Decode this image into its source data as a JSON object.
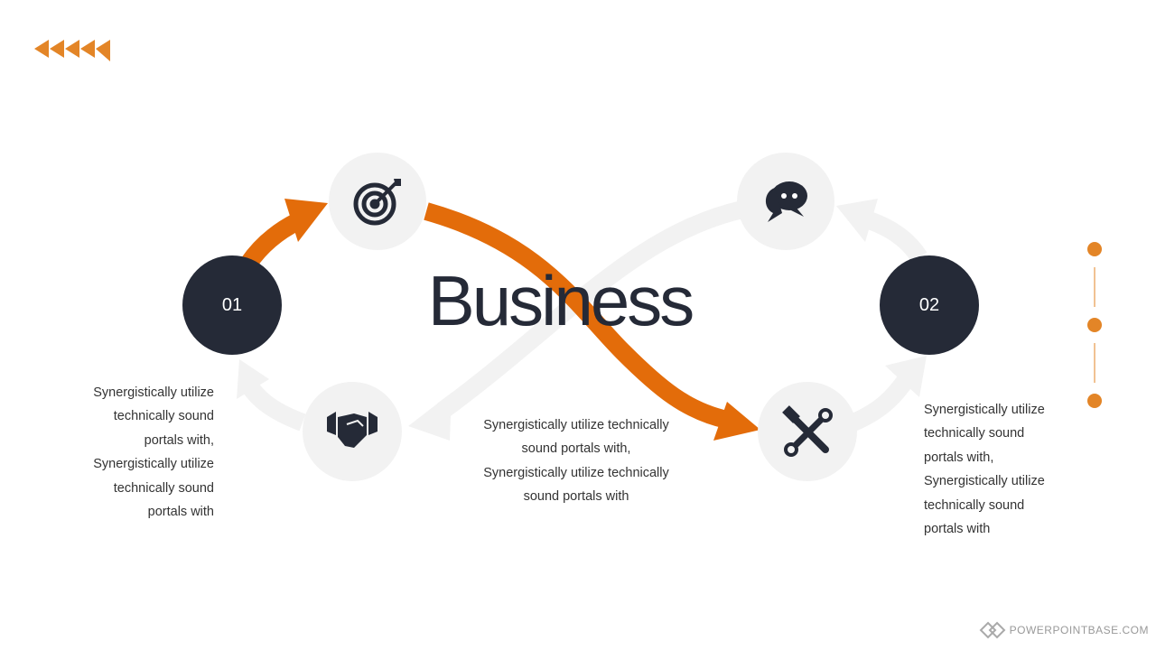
{
  "colors": {
    "accent": "#E36C0A",
    "dark": "#252A37",
    "light": "#F2F2F2"
  },
  "title": "Business",
  "steps": [
    {
      "label": "01"
    },
    {
      "label": "02"
    }
  ],
  "icons": [
    "target-icon",
    "chat-icon",
    "handshake-icon",
    "tools-icon"
  ],
  "texts": {
    "left": [
      "Synergistically utilize",
      "technically sound",
      "portals with,",
      "Synergistically utilize",
      "technically sound",
      "portals with"
    ],
    "center": [
      "Synergistically utilize technically",
      "sound portals with,",
      "Synergistically utilize technically",
      "sound portals with"
    ],
    "right": [
      "Synergistically utilize",
      "technically sound",
      "portals with,",
      "Synergistically utilize",
      "technically sound",
      "portals with"
    ]
  },
  "watermark": "POWERPOINTBASE.COM"
}
